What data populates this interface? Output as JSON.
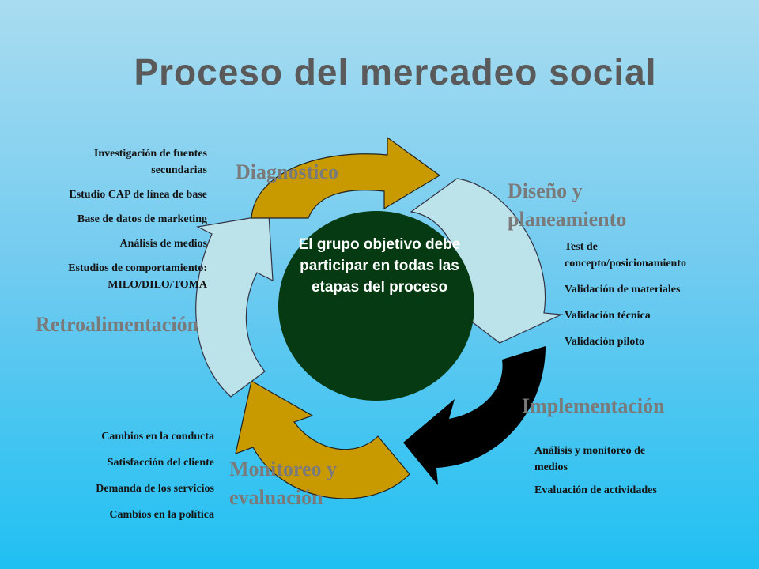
{
  "title": "Proceso del mercadeo social",
  "center_text": "El grupo objetivo debe participar en todas las etapas del proceso",
  "colors": {
    "gold_arrow": "#c99a00",
    "light_arrow": "#bde3ea",
    "black_arrow": "#000000",
    "center_circle": "#063a12",
    "stage_text": "#7a7a7a",
    "title_text": "#5a5a5a"
  },
  "stages": {
    "diagnostico": "Diagnostico",
    "diseno": [
      "Diseño y",
      "planeamiento"
    ],
    "implementacion": "Implementación",
    "monitoreo": [
      "Monitoreo y",
      "evaluación"
    ],
    "retroalimentacion": "Retroalimentación"
  },
  "lists": {
    "diagnostico": [
      "Investigación de fuentes",
      "secundarias",
      "Estudio CAP de línea de base",
      "Base de datos de marketing",
      "Análisis de medios",
      "Estudios de comportamiento:",
      "MILO/DILO/TOMA"
    ],
    "diseno": [
      "Test de",
      "concepto/posicionamiento",
      "Validación de materiales",
      "Validación técnica",
      "Validación piloto"
    ],
    "implementacion": [
      "Análisis y monitoreo de",
      "medios",
      "Evaluación de actividades"
    ],
    "monitoreo": [
      "Cambios en la conducta",
      "Satisfacción del cliente",
      "Demanda de los servicios",
      "Cambios en la política"
    ]
  }
}
